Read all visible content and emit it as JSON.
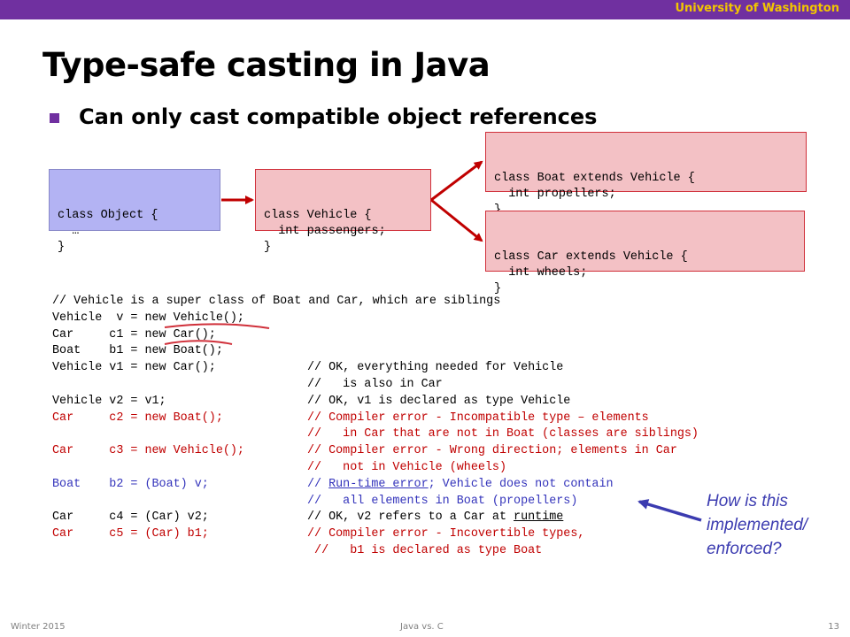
{
  "header": {
    "university": "University of Washington"
  },
  "slide": {
    "title": "Type-safe casting in Java",
    "bullet": "Can only cast compatible object references"
  },
  "boxes": {
    "object": [
      "class Object {",
      "  …",
      "}"
    ],
    "vehicle": [
      "class Vehicle {",
      "  int passengers;",
      "}"
    ],
    "boat": [
      "class Boat extends Vehicle {",
      "  int propellers;",
      "}"
    ],
    "car": [
      "class Car extends Vehicle {",
      "  int wheels;",
      "}"
    ]
  },
  "code": [
    {
      "left": "// Vehicle is a super class of Boat and Car, which are siblings",
      "comment": "",
      "color": "#000000"
    },
    {
      "left": "Vehicle  v = new Vehicle();",
      "comment": "",
      "color": "#000000"
    },
    {
      "left": "Car     c1 = new Car();",
      "comment": "",
      "color": "#000000"
    },
    {
      "left": "Boat    b1 = new Boat();",
      "comment": "",
      "color": "#000000"
    },
    {
      "left": "Vehicle v1 = new Car();",
      "comment": "// OK, everything needed for Vehicle",
      "color": "#000000"
    },
    {
      "left": "",
      "comment": "//   is also in Car",
      "color": "#000000"
    },
    {
      "left": "Vehicle v2 = v1;",
      "comment": "// OK, v1 is declared as type Vehicle",
      "color": "#000000"
    },
    {
      "left": "Car     c2 = new Boat();",
      "comment": "// Compiler error - Incompatible type – elements",
      "color": "#c00000"
    },
    {
      "left": "",
      "comment": "//   in Car that are not in Boat (classes are siblings)",
      "color": "#c00000"
    },
    {
      "left": "Car     c3 = new Vehicle();",
      "comment": "// Compiler error - Wrong direction; elements in Car",
      "color": "#c00000"
    },
    {
      "left": "",
      "comment": "//   not in Vehicle (wheels)",
      "color": "#c00000"
    },
    {
      "left": "Boat    b2 = (Boat) v;",
      "comment_a": "// ",
      "comment_u": "Run-time error",
      "comment_b": "; Vehicle does not contain",
      "color": "#3333bb"
    },
    {
      "left": "",
      "comment": "//   all elements in Boat (propellers)",
      "color": "#3333bb"
    },
    {
      "left": "Car     c4 = (Car) v2;",
      "comment_a": "// OK, v2 refers to a Car at ",
      "comment_u": "runtime",
      "comment_b": "",
      "color": "#000000"
    },
    {
      "left": "Car     c5 = (Car) b1;",
      "comment": "// Compiler error - Incovertible types,",
      "color": "#c00000"
    },
    {
      "left": "",
      "comment": " //   b1 is declared as type Boat",
      "color": "#c00000"
    }
  ],
  "note": [
    "How is this",
    "implemented/",
    " enforced?"
  ],
  "footer": {
    "left": "Winter 2015",
    "center": "Java vs. C",
    "right": "13"
  },
  "colors": {
    "accent": "#7030a0",
    "gold": "#f2c600",
    "red": "#c00000",
    "blue": "#3333bb",
    "objectBox": "#b3b3f3",
    "classBox": "#f3c1c5"
  }
}
